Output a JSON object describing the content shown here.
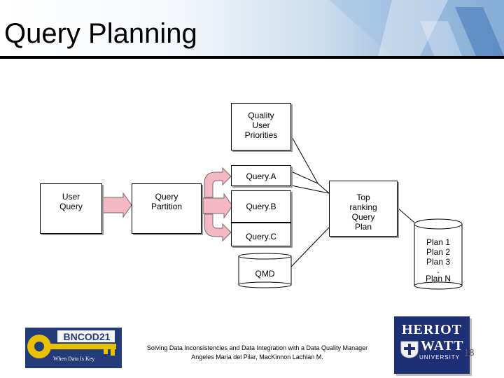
{
  "title": "Query Planning",
  "nodes": {
    "quality_priorities": [
      "Quality",
      "User",
      "Priorities"
    ],
    "user_query": [
      "User",
      "Query"
    ],
    "query_partition": [
      "Query",
      "Partition"
    ],
    "query_a": "Query.A",
    "query_b": "Query.B",
    "query_c": "Query.C",
    "top_ranking": [
      "Top",
      "ranking",
      "Query",
      "Plan"
    ],
    "qmd": "QMD",
    "plans": [
      "Plan 1",
      "Plan 2",
      "Plan 3",
      ".",
      "Plan N"
    ]
  },
  "footer": {
    "line1": "Solving Data Inconsistencies and Data Integration with a Data Quality Manager",
    "line2": "Angeles Maria del Pilar, MacKinnon Lachlan M.",
    "page": "18"
  },
  "logos": {
    "bncod": "BNCOD21",
    "bncod_tagline": "When Data Is Key",
    "heriot": "HERIOT",
    "watt": "WATT",
    "university": "UNIVERSITY"
  },
  "colors": {
    "arrow_fill": "#f4b8c4",
    "arrow_stroke": "#7a6a6a",
    "header_accent": "#6f9ccd",
    "logo_navy": "#1d2f75"
  }
}
